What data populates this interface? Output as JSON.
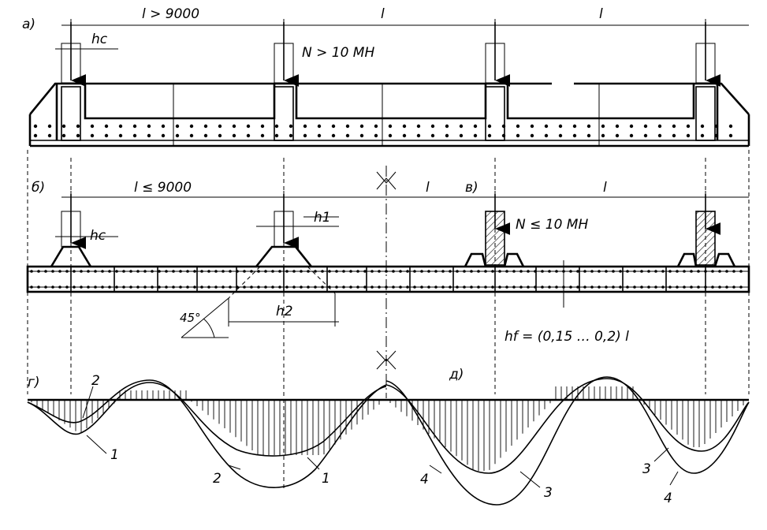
{
  "labels": {
    "a": "а)",
    "b": "б)",
    "v": "в)",
    "g": "г)",
    "d": "д)"
  },
  "dimensions": {
    "a_span1": "l > 9000",
    "a_span2": "l",
    "a_span3": "l",
    "b_span1": "l ≤ 9000",
    "b_span2": "l",
    "v_span": "l",
    "hc_a": "hc",
    "hc_b": "hc",
    "h1": "h1",
    "h2": "h2",
    "angle": "45°",
    "hf_formula": "hf = (0,15 … 0,2) l"
  },
  "loads": {
    "a": "N > 10 МН",
    "v": "N ≤ 10 МН"
  },
  "curve_labels": {
    "g_1a": "1",
    "g_2a": "2",
    "g_2b": "2",
    "g_1b": "1",
    "d_4a": "4",
    "d_3a": "3",
    "d_3b": "3",
    "d_4b": "4"
  }
}
